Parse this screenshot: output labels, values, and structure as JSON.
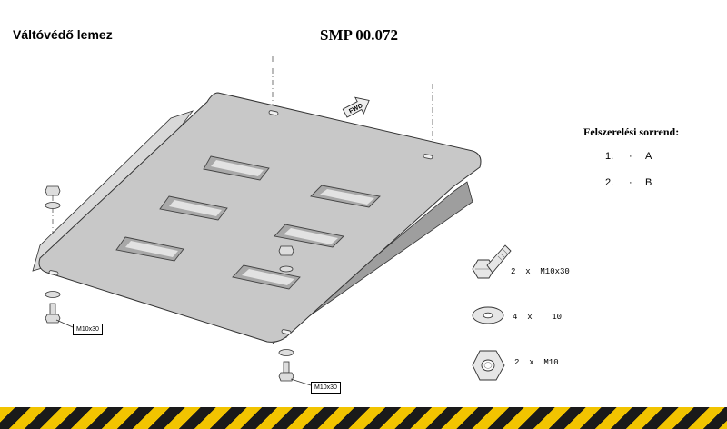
{
  "header": {
    "title": "Váltóvédő lemez",
    "code": "SMP 00.072"
  },
  "diagram": {
    "fwd_label": "FWD",
    "callouts": [
      {
        "text": "M10x30"
      },
      {
        "text": "M10x30"
      }
    ]
  },
  "assembly_order": {
    "title": "Felszerelési sorrend:",
    "steps": [
      {
        "num": "1.",
        "dot": "·",
        "value": "A"
      },
      {
        "num": "2.",
        "dot": "·",
        "value": "B"
      }
    ]
  },
  "hardware": [
    {
      "icon": "bolt-icon",
      "label": "2  x  M10x30"
    },
    {
      "icon": "washer-icon",
      "label": "4  x    10"
    },
    {
      "icon": "nut-icon",
      "label": "2  x  M10"
    }
  ],
  "colors": {
    "plate_fill": "#c8c8c8",
    "hazard_yellow": "#f2c400",
    "hazard_black": "#1a1a1a"
  }
}
